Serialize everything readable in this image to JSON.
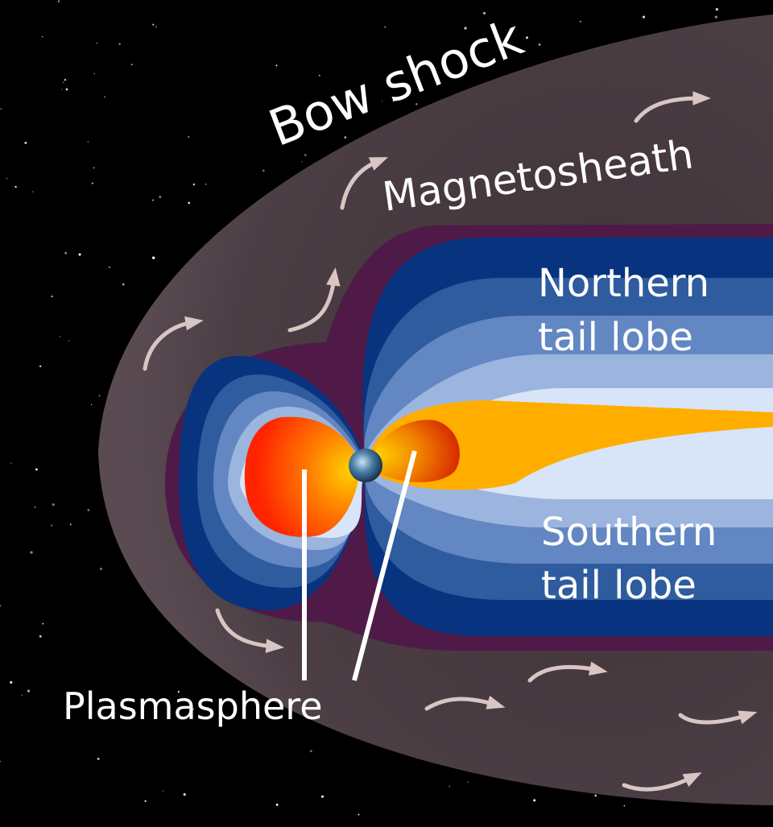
{
  "labels": {
    "bow_shock": "Bow shock",
    "magnetosheath": "Magnetosheath",
    "northern_line1": "Northern",
    "northern_line2": "tail lobe",
    "southern_line1": "Southern",
    "southern_line2": "tail lobe",
    "plasmasphere": "Plasmasphere"
  },
  "colors": {
    "space": "#000000",
    "sheath": "#4a3d43",
    "magnetopause": "#4f1a48",
    "lobe_layers": [
      "#07337f",
      "#2f5b9f",
      "#6287c2",
      "#9cb5de",
      "#d8e5f8"
    ],
    "current_sheet": "#ffae00",
    "plasmasphere_outer": "#ff2a00",
    "plasmasphere_inner": "#ffb300",
    "arrow": "#d9c6c4"
  }
}
